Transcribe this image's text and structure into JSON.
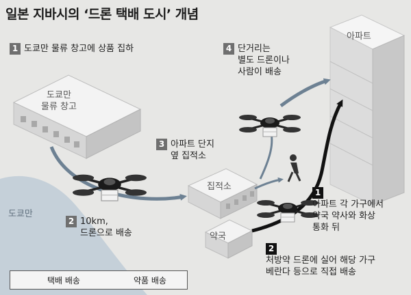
{
  "title": "일본 지바시의 ‘드론 택배 도시’ 개념",
  "steps": [
    {
      "num": "1",
      "lines": [
        "도쿄만 물류 창고에 상품 집하"
      ]
    },
    {
      "num": "2",
      "lines": [
        "10km,",
        "드론으로 배송"
      ]
    },
    {
      "num": "3",
      "lines": [
        "아파트 단지",
        "옆 집적소"
      ]
    },
    {
      "num": "4",
      "lines": [
        "단거리는",
        "별도 드론이나",
        "사람이 배송"
      ]
    }
  ],
  "medicine_steps": [
    {
      "num": "1",
      "lines": [
        "아파트 각 가구에서",
        "약국 약사와 화상",
        "통화 뒤"
      ]
    },
    {
      "num": "2",
      "lines": [
        "처방약 드론에 실어 해당 가구",
        "베란다 등으로 직접 배송"
      ]
    }
  ],
  "places": {
    "warehouse_line1": "도쿄만",
    "warehouse_line2": "물류 창고",
    "bay": "도쿄만",
    "hub": "집적소",
    "pharmacy": "약국",
    "apartment": "아파트"
  },
  "legend": {
    "delivery": "택배 배송",
    "medicine": "약품 배송"
  },
  "colors": {
    "delivery_arrow": "#6d8193",
    "medicine_arrow": "#111111",
    "step_badge": "#6f6f6f",
    "medicine_badge": "#111111",
    "bay_water": "#c5d0d9"
  }
}
